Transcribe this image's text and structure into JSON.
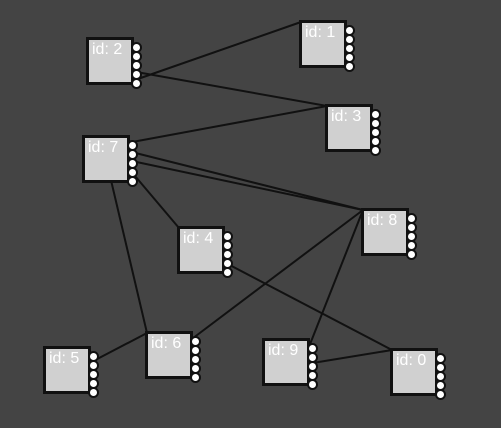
{
  "colors": {
    "background": "#444444",
    "node_fill": "#d0d0d0",
    "node_border": "#111111",
    "edge": "#111111",
    "label": "#ffffff",
    "port_fill": "#ffffff"
  },
  "nodes": [
    {
      "key": "n2",
      "label": "id: 2",
      "ports": 5
    },
    {
      "key": "n1",
      "label": "id: 1",
      "ports": 5
    },
    {
      "key": "n7",
      "label": "id: 7",
      "ports": 5
    },
    {
      "key": "n3",
      "label": "id: 3",
      "ports": 5
    },
    {
      "key": "n8",
      "label": "id: 8",
      "ports": 5
    },
    {
      "key": "n4",
      "label": "id: 4",
      "ports": 5
    },
    {
      "key": "n5",
      "label": "id: 5",
      "ports": 5
    },
    {
      "key": "n6",
      "label": "id: 6",
      "ports": 5
    },
    {
      "key": "n9",
      "label": "id: 9",
      "ports": 5
    },
    {
      "key": "n0",
      "label": "id: 0",
      "ports": 5
    }
  ],
  "edges": [
    {
      "from": "n2",
      "from_port": 4,
      "to": "n1"
    },
    {
      "from": "n2",
      "from_port": 3,
      "to": "n3"
    },
    {
      "from": "n7",
      "from_port": 0,
      "to": "n3"
    },
    {
      "from": "n7",
      "from_port": 1,
      "to": "n8"
    },
    {
      "from": "n7",
      "from_port": 2,
      "to": "n8"
    },
    {
      "from": "n7",
      "from_port": 3,
      "to": "n4"
    },
    {
      "from": "n7",
      "from_port": null,
      "to": "n6"
    },
    {
      "from": "n4",
      "from_port": null,
      "to": "n0"
    },
    {
      "from": "n6",
      "from_port": 0,
      "to": "n8"
    },
    {
      "from": "n5",
      "from_port": 1,
      "to": "n6"
    },
    {
      "from": "n9",
      "from_port": 0,
      "to": "n8"
    },
    {
      "from": "n9",
      "from_port": 2,
      "to": "n0"
    }
  ]
}
